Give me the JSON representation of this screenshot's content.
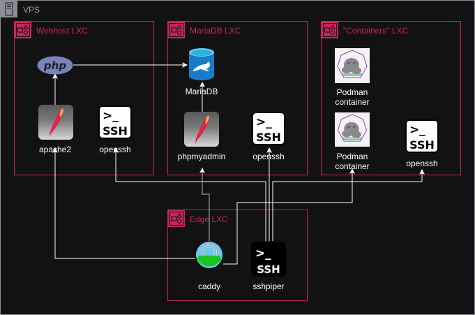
{
  "vps": {
    "label": "VPS"
  },
  "groups": {
    "webhost": {
      "label": "Webhost LXC"
    },
    "mariadb": {
      "label": "MariaDB LXC"
    },
    "containers": {
      "label": "\"Containers\" LXC"
    },
    "edge": {
      "label": "Edge LXC"
    }
  },
  "nodes": {
    "php": {
      "icon": "php-logo-icon",
      "label": "php"
    },
    "apache2": {
      "icon": "apache-feather-icon",
      "label": "apache2"
    },
    "webhost_openssh": {
      "icon": "ssh-terminal-icon",
      "label": "openssh"
    },
    "mariadb": {
      "icon": "mariadb-database-icon",
      "label": "MariaDB"
    },
    "phpmyadmin": {
      "icon": "apache-feather-icon",
      "label": "phpmyadmin"
    },
    "mariadb_openssh": {
      "icon": "ssh-terminal-icon",
      "label": "openssh"
    },
    "podman1": {
      "icon": "podman-seals-icon",
      "label_line1": "Podman",
      "label_line2": "container"
    },
    "podman2": {
      "icon": "podman-seals-icon",
      "label_line1": "Podman",
      "label_line2": "container"
    },
    "containers_openssh": {
      "icon": "ssh-terminal-icon",
      "label": "openssh"
    },
    "caddy": {
      "icon": "padlock-icon",
      "label": "caddy"
    },
    "sshpiper": {
      "icon": "ssh-terminal-icon",
      "label": "sshpiper"
    }
  },
  "ssh_icon_text": {
    "prompt": ">_",
    "word": "SSH"
  },
  "colors": {
    "group_border": "#c8235f",
    "vps_border": "#8a8f96",
    "background": "#121212",
    "edge": "#ffffff"
  }
}
